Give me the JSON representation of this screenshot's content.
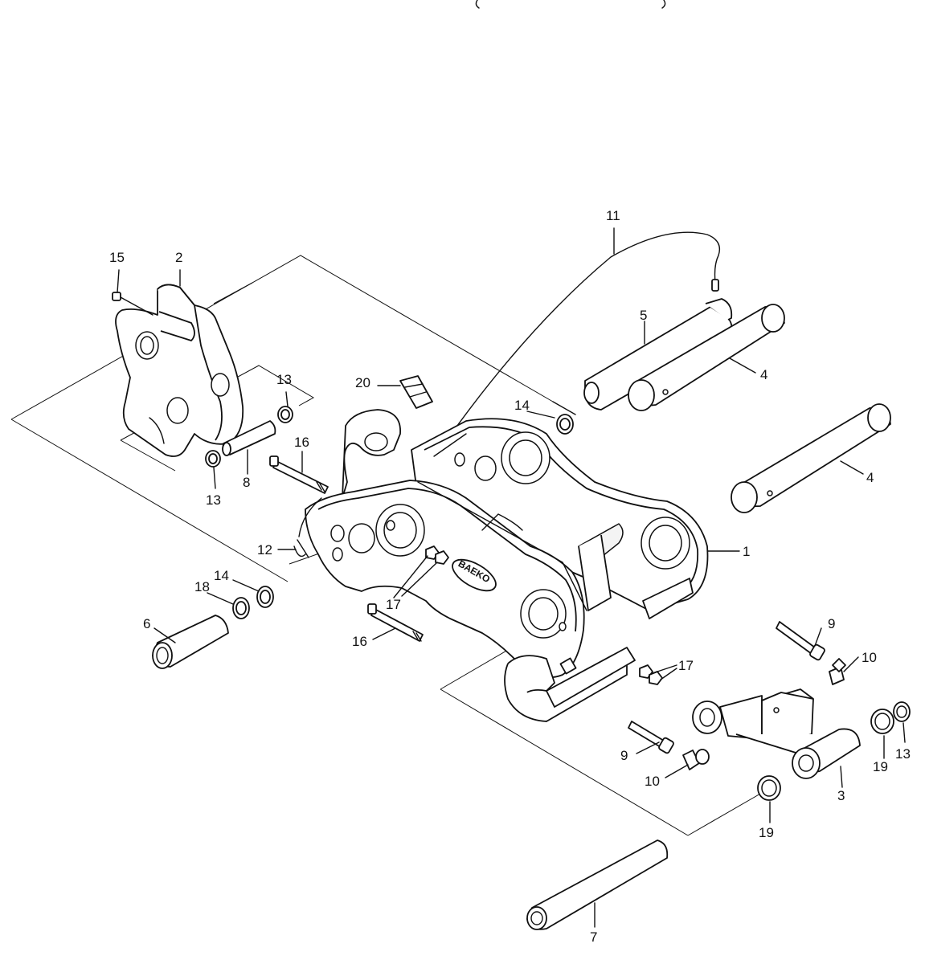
{
  "brand": "BAEKO",
  "callouts": [
    {
      "id": "c1",
      "text": "1"
    },
    {
      "id": "c2",
      "text": "2"
    },
    {
      "id": "c3",
      "text": "3"
    },
    {
      "id": "c4a",
      "text": "4"
    },
    {
      "id": "c4b",
      "text": "4"
    },
    {
      "id": "c5",
      "text": "5"
    },
    {
      "id": "c6",
      "text": "6"
    },
    {
      "id": "c7",
      "text": "7"
    },
    {
      "id": "c8",
      "text": "8"
    },
    {
      "id": "c9a",
      "text": "9"
    },
    {
      "id": "c9b",
      "text": "9"
    },
    {
      "id": "c10a",
      "text": "10"
    },
    {
      "id": "c10b",
      "text": "10"
    },
    {
      "id": "c11",
      "text": "11"
    },
    {
      "id": "c12",
      "text": "12"
    },
    {
      "id": "c13a",
      "text": "13"
    },
    {
      "id": "c13b",
      "text": "13"
    },
    {
      "id": "c13c",
      "text": "13"
    },
    {
      "id": "c14a",
      "text": "14"
    },
    {
      "id": "c14b",
      "text": "14"
    },
    {
      "id": "c15",
      "text": "15"
    },
    {
      "id": "c16a",
      "text": "16"
    },
    {
      "id": "c16b",
      "text": "16"
    },
    {
      "id": "c17a",
      "text": "17"
    },
    {
      "id": "c17b",
      "text": "17"
    },
    {
      "id": "c18",
      "text": "18"
    },
    {
      "id": "c19a",
      "text": "19"
    },
    {
      "id": "c19b",
      "text": "19"
    },
    {
      "id": "c20",
      "text": "20"
    }
  ]
}
